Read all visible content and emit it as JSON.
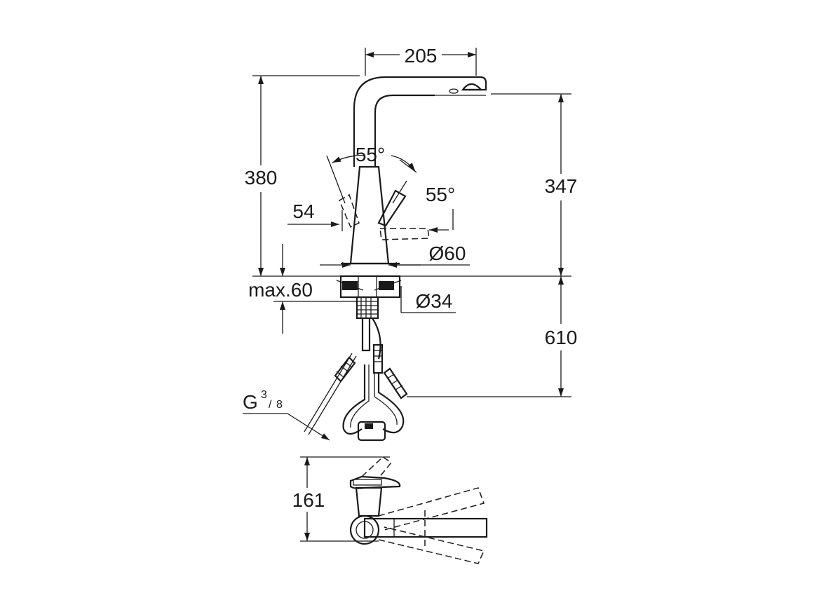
{
  "dimensions": {
    "spout_reach": "205",
    "total_height": "380",
    "spout_height": "347",
    "lever_offset": "54",
    "angle_left": "55°",
    "angle_right": "55°",
    "base_diameter": "Ø60",
    "max_deck_thickness": "max.60",
    "hole_diameter": "Ø34",
    "hose_length": "610",
    "thread": "G",
    "thread_fraction_num": "3",
    "thread_fraction_den": "8",
    "top_view_height": "161"
  }
}
